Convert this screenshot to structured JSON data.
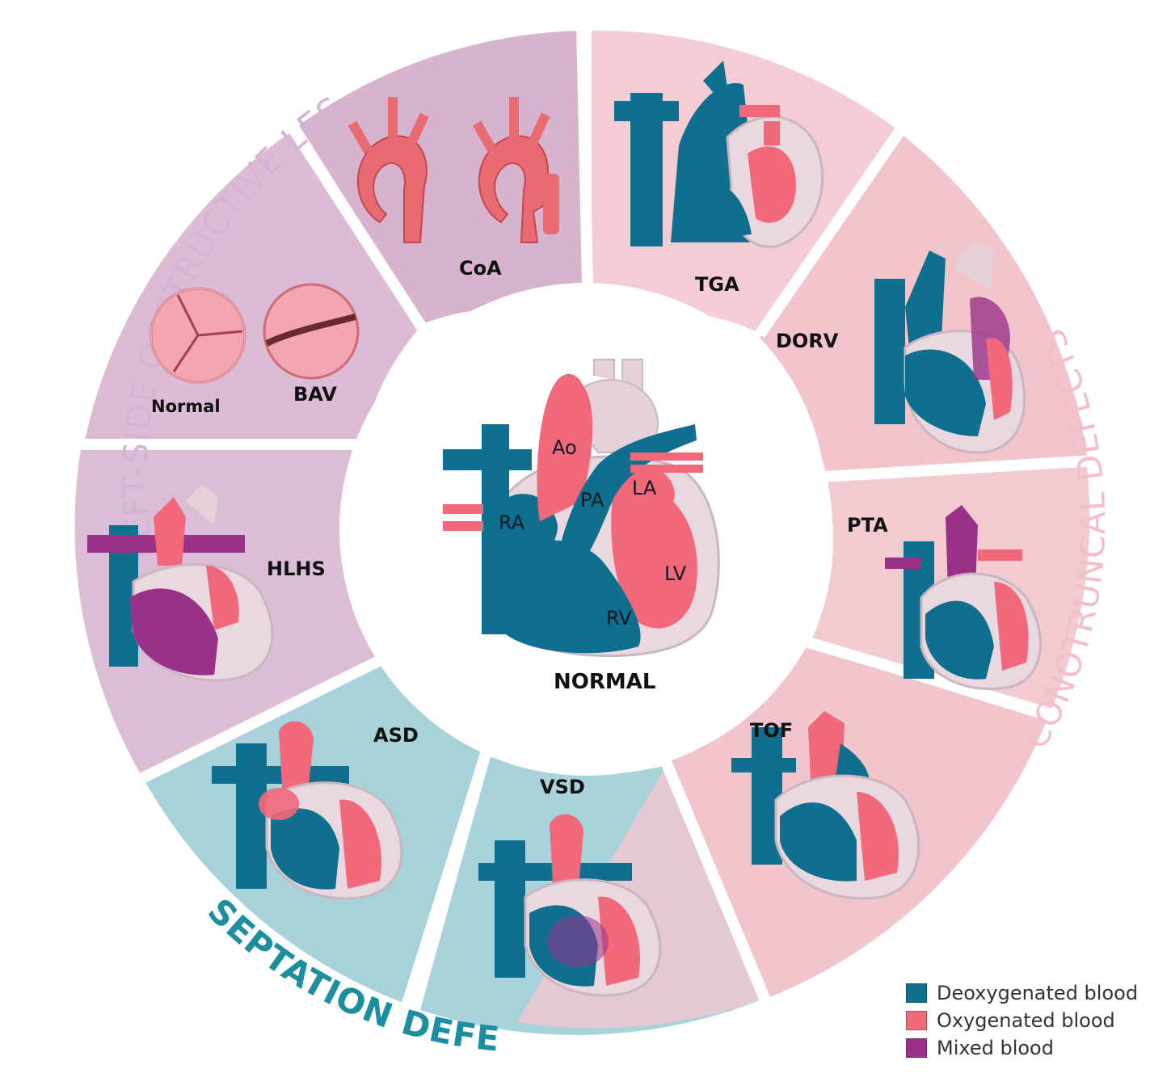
{
  "colors": {
    "deoxygenated": "#0f6f8e",
    "oxygenated": "#f06879",
    "mixed": "#9a3188",
    "vessel_gray": "#e4d2d8",
    "heart_outline": "#c9b6bf",
    "left_side": "#d9b6cf",
    "conotruncal": "#f2c6cd",
    "septation": "#a9d5dd",
    "septation_text": "#1b8ea0",
    "conotruncal_text": "#f3bfc8",
    "left_side_text": "#d5b2d8"
  },
  "groups": {
    "left_side": "LEFT-SIDE OBSTRUCTIVE LESIONS",
    "conotruncal": "CONOTRUNCAL DEFECTS",
    "septation": "SEPTATION DEFECTS"
  },
  "center": {
    "title": "NORMAL",
    "chambers": {
      "ao": "Ao",
      "pa": "PA",
      "la": "LA",
      "ra": "RA",
      "lv": "LV",
      "rv": "RV"
    }
  },
  "panels": {
    "coa": "CoA",
    "tga": "TGA",
    "dorv": "DORV",
    "pta": "PTA",
    "tof": "TOF",
    "vsd": "VSD",
    "asd": "ASD",
    "hlhs": "HLHS",
    "valve_normal": "Normal",
    "valve_bav": "BAV"
  },
  "legend": [
    {
      "label": "Deoxygenated blood",
      "color": "#0f6f8e"
    },
    {
      "label": "Oxygenated blood",
      "color": "#f06879"
    },
    {
      "label": "Mixed blood",
      "color": "#9a3188"
    }
  ]
}
